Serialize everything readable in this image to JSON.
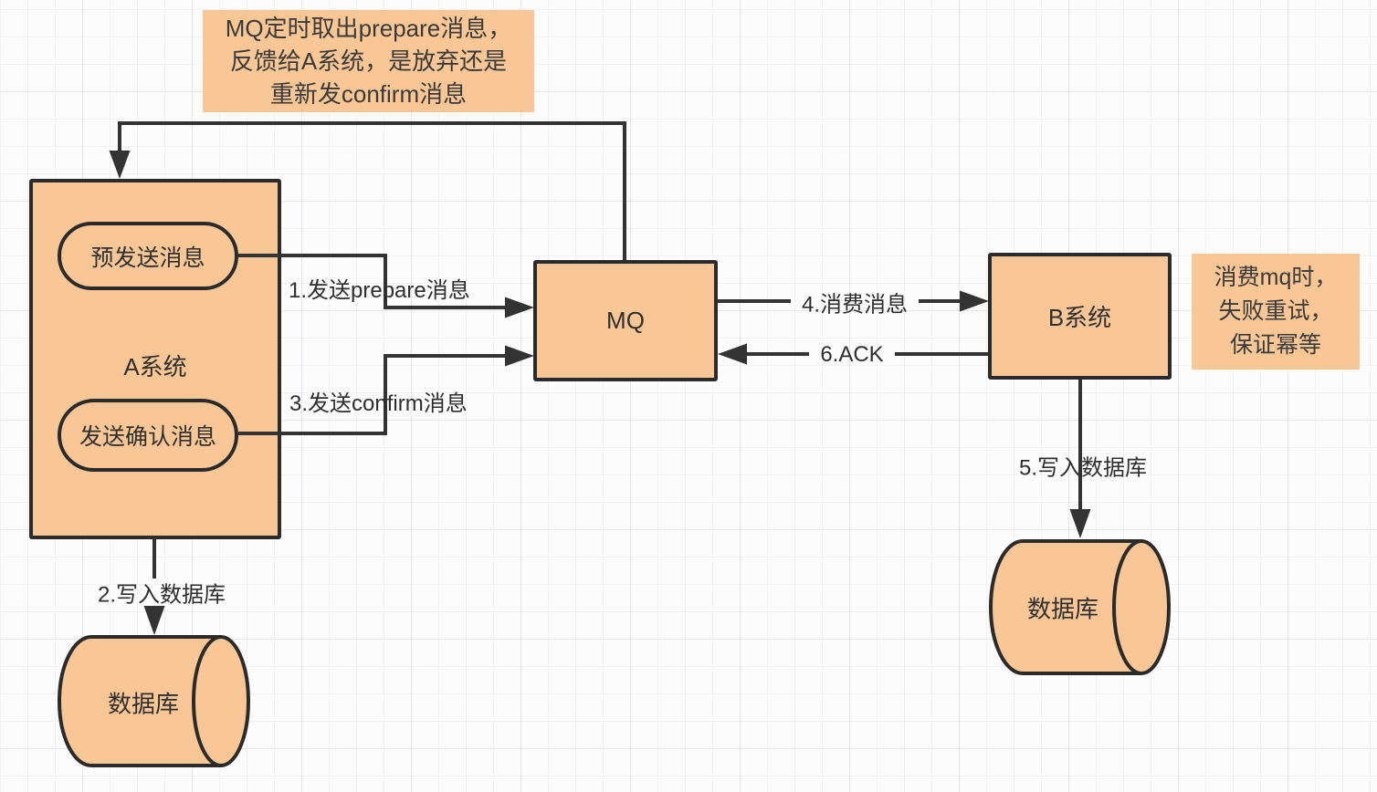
{
  "notes": {
    "top": {
      "lines": [
        "MQ定时取出prepare消息，",
        "反馈给A系统，是放弃还是",
        "重新发confirm消息"
      ]
    },
    "right": {
      "lines": [
        "消费mq时，",
        "失败重试，",
        "保证幂等"
      ]
    }
  },
  "systems": {
    "a": {
      "title": "A系统",
      "pre_send": "预发送消息",
      "confirm_send": "发送确认消息"
    },
    "mq": {
      "title": "MQ"
    },
    "b": {
      "title": "B系统"
    }
  },
  "databases": {
    "left": {
      "label": "数据库"
    },
    "right": {
      "label": "数据库"
    }
  },
  "arrows": {
    "prepare": "1.发送prepare消息",
    "confirm": "3.发送confirm消息",
    "consume": "4.消费消息",
    "ack": "6.ACK",
    "write_a": "2.写入数据库",
    "write_b": "5.写入数据库"
  },
  "colors": {
    "shape_fill": "#f8c795",
    "shape_border": "#2b2b2b",
    "line": "#333333",
    "text": "#2f2f2f",
    "grid_minor": "#f2f2f6",
    "grid_major": "#e7e7ec",
    "background": "#fcfcfd"
  }
}
